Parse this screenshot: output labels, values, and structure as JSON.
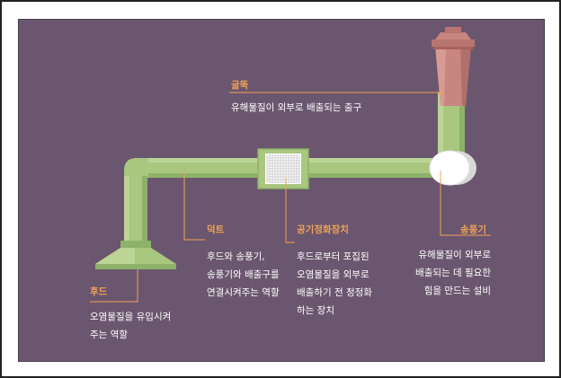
{
  "colors": {
    "background": "#6b566f",
    "duct": "#a9c77f",
    "duct_dark": "#8db169",
    "chimney": "#c9857f",
    "leader": "#f0a355",
    "label": "#f0a355",
    "text": "#ffffff"
  },
  "components": {
    "chimney": {
      "label": "굴뚝",
      "desc": [
        "유해물질이 외부로 배출되는 출구"
      ]
    },
    "duct": {
      "label": "덕트",
      "desc": [
        "후드와 송풍기,",
        "송풍기와 배출구를",
        "연결시켜주는 역할"
      ]
    },
    "air_purifier": {
      "label": "공기정화장치",
      "desc": [
        "후드로부터 포집된",
        "오염물질을 외부로",
        "배출하기 전 청정화",
        "하는 장치"
      ]
    },
    "fan": {
      "label": "송풍기",
      "desc": [
        "유해물질이 외부로",
        "배출되는 데 필요한",
        "힘을 만드는 설비"
      ]
    },
    "hood": {
      "label": "후드",
      "desc": [
        "오염물질을 유입시켜",
        "주는 역할"
      ]
    }
  }
}
